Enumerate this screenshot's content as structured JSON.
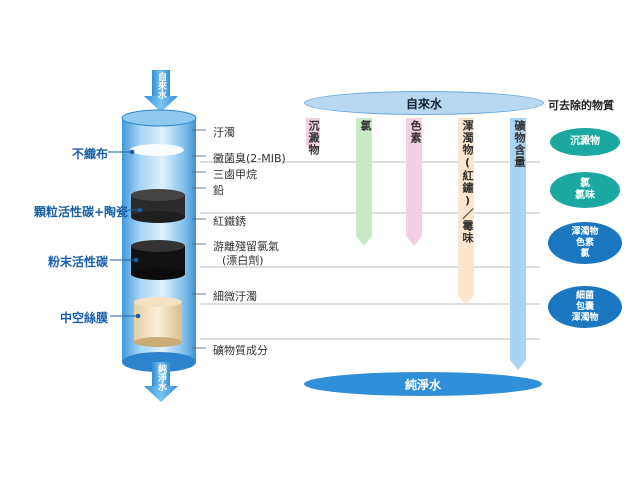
{
  "flow": {
    "inlet": "自來水",
    "outlet": "純淨水"
  },
  "left_labels": {
    "nonwoven": "不織布",
    "granular": "顆粒活性碳+陶瓷",
    "powder": "粉末活性碳",
    "hollow": "中空絲膜"
  },
  "contaminants": {
    "c1": "汙濁",
    "c2": "黴菌臭(2-MIB)",
    "c3": "三鹵甲烷",
    "c4": "鉛",
    "c5": "紅鐵銹",
    "c6": "游離殘留氯氣",
    "c7": "(漂白劑)",
    "c8": "細微汙濁",
    "c9": "礦物質成分"
  },
  "top_ellipse": "自來水",
  "bottom_ellipse": "純淨水",
  "columns": {
    "col1": "沉澱物",
    "col2": "氯",
    "col3": "色素",
    "col4_a": "渾濁物",
    "col4_b": "(紅鏽)",
    "col4_c": "／",
    "col4_d": "霉味",
    "col5": "礦物含量"
  },
  "removable": {
    "title": "可去除的物質",
    "b1": "沉澱物",
    "b2_a": "氯",
    "b2_b": "氯味",
    "b3_a": "渾濁物",
    "b3_b": "色素",
    "b3_c": "氯",
    "b4_a": "細菌",
    "b4_b": "包囊",
    "b4_c": "渾濁物"
  },
  "colors": {
    "teal_badge": "#1aa8a0",
    "blue_badge": "#1b77c0",
    "ellipse_top": "#b8d8f2",
    "ellipse_bot": "#2f8fd8"
  }
}
